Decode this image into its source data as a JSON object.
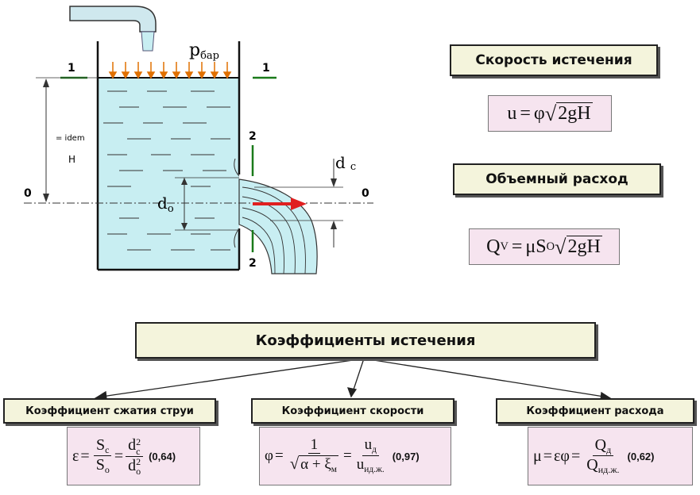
{
  "diagram": {
    "p_bar_main": "p",
    "p_bar_sub": "бар",
    "section_1_left": "1",
    "section_1_right": "1",
    "section_2_top": "2",
    "section_2_bottom": "2",
    "axis_0_left": "0",
    "axis_0_right": "0",
    "idem_label": "= idem",
    "H_label": "H",
    "d_c_main": "d",
    "d_c_sub": "c",
    "d_o_main": "d",
    "d_o_sub": "o",
    "colors": {
      "water": "#c8eef2",
      "arrow": "#e02020",
      "pressure_arrows": "#e07000",
      "section_lines": "#1a7a1a"
    }
  },
  "velocity": {
    "title": "Скорость истечения",
    "formula": {
      "lhs": "u",
      "eq": "=",
      "coef": "φ",
      "radicand": "2gH"
    }
  },
  "flow": {
    "title": "Объемный расход",
    "formula": {
      "q": "Q",
      "q_sub": "V",
      "eq": "=",
      "mu": "μS",
      "s_sub": "O",
      "radicand": "2gH"
    }
  },
  "coefficients": {
    "title": "Коэффициенты истечения",
    "contraction": {
      "title": "Коэффициент сжатия струи",
      "lhs": "ε",
      "eq": "=",
      "f1_num": "S",
      "f1_num_sub": "c",
      "f1_den": "S",
      "f1_den_sub": "o",
      "f2_num": "d",
      "f2_num_sup": "2",
      "f2_num_sub": "c",
      "f2_den": "d",
      "f2_den_sup": "2",
      "f2_den_sub": "o",
      "value": "(0,64)"
    },
    "speed": {
      "title": "Коэффициент скорости",
      "lhs": "φ",
      "eq": "=",
      "f1_num": "1",
      "f1_den_radicand": "α + ξ",
      "f1_den_sub": "м",
      "f2_num": "u",
      "f2_num_sub": "д",
      "f2_den": "u",
      "f2_den_sub": "ид.ж.",
      "value": "(0,97)"
    },
    "discharge": {
      "title": "Коэффициент расхода",
      "lhs": "μ",
      "eq": "=",
      "mid": "εφ",
      "f_num": "Q",
      "f_num_sub": "д",
      "f_den": "Q",
      "f_den_sub": "ид.ж.",
      "value": "(0,62)"
    }
  }
}
